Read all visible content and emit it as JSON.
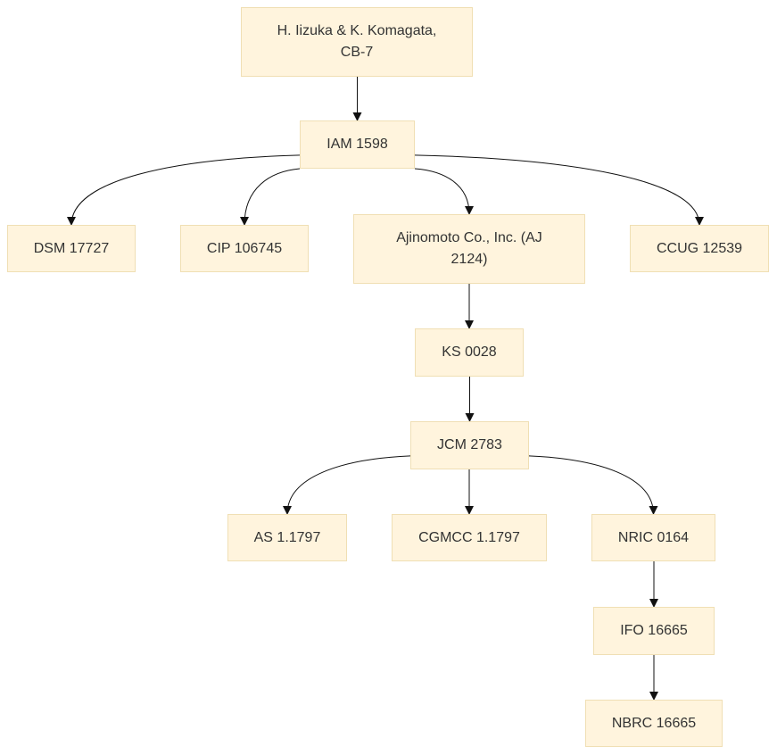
{
  "colors": {
    "node_fill": "#fff4dd",
    "node_border": "#f0dfb4",
    "edge": "#111111",
    "text": "#333333"
  },
  "nodes": {
    "origin": "H. Iizuka & K. Komagata, CB-7",
    "iam": "IAM 1598",
    "dsm": "DSM 17727",
    "cip": "CIP 106745",
    "ajinomoto": "Ajinomoto Co., Inc. (AJ 2124)",
    "ccug": "CCUG 12539",
    "ks": "KS 0028",
    "jcm": "JCM 2783",
    "as": "AS 1.1797",
    "cgmcc": "CGMCC 1.1797",
    "nric": "NRIC 0164",
    "ifo": "IFO 16665",
    "nbrc": "NBRC 16665"
  },
  "edges": [
    [
      "origin",
      "iam"
    ],
    [
      "iam",
      "dsm"
    ],
    [
      "iam",
      "cip"
    ],
    [
      "iam",
      "ajinomoto"
    ],
    [
      "iam",
      "ccug"
    ],
    [
      "ajinomoto",
      "ks"
    ],
    [
      "ks",
      "jcm"
    ],
    [
      "jcm",
      "as"
    ],
    [
      "jcm",
      "cgmcc"
    ],
    [
      "jcm",
      "nric"
    ],
    [
      "nric",
      "ifo"
    ],
    [
      "ifo",
      "nbrc"
    ]
  ]
}
